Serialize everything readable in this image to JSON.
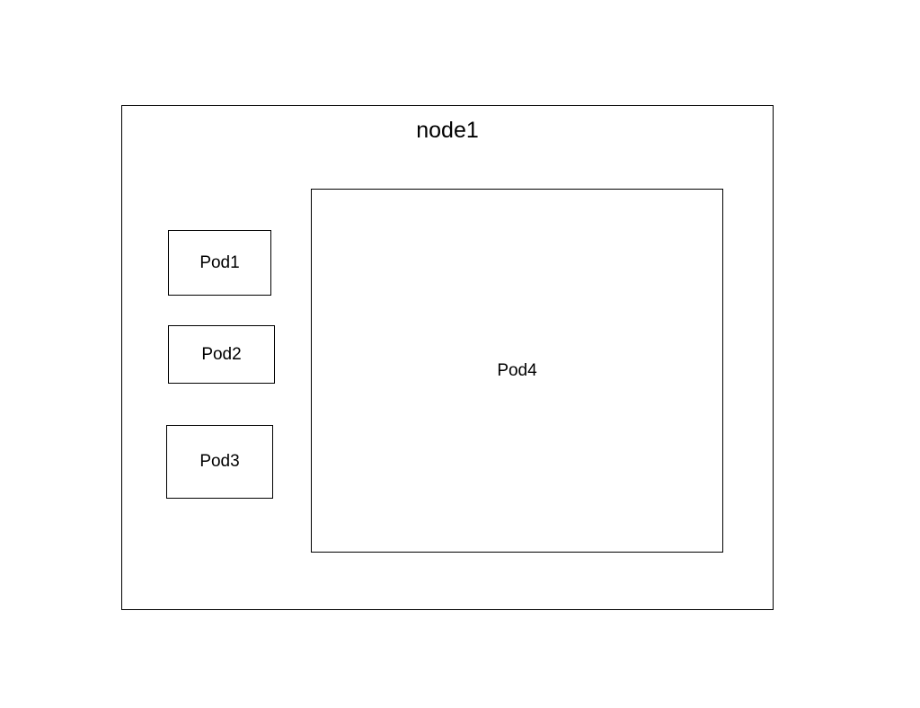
{
  "node": {
    "title": "node1"
  },
  "pods": [
    {
      "label": "Pod1"
    },
    {
      "label": "Pod2"
    },
    {
      "label": "Pod3"
    },
    {
      "label": "Pod4"
    }
  ]
}
